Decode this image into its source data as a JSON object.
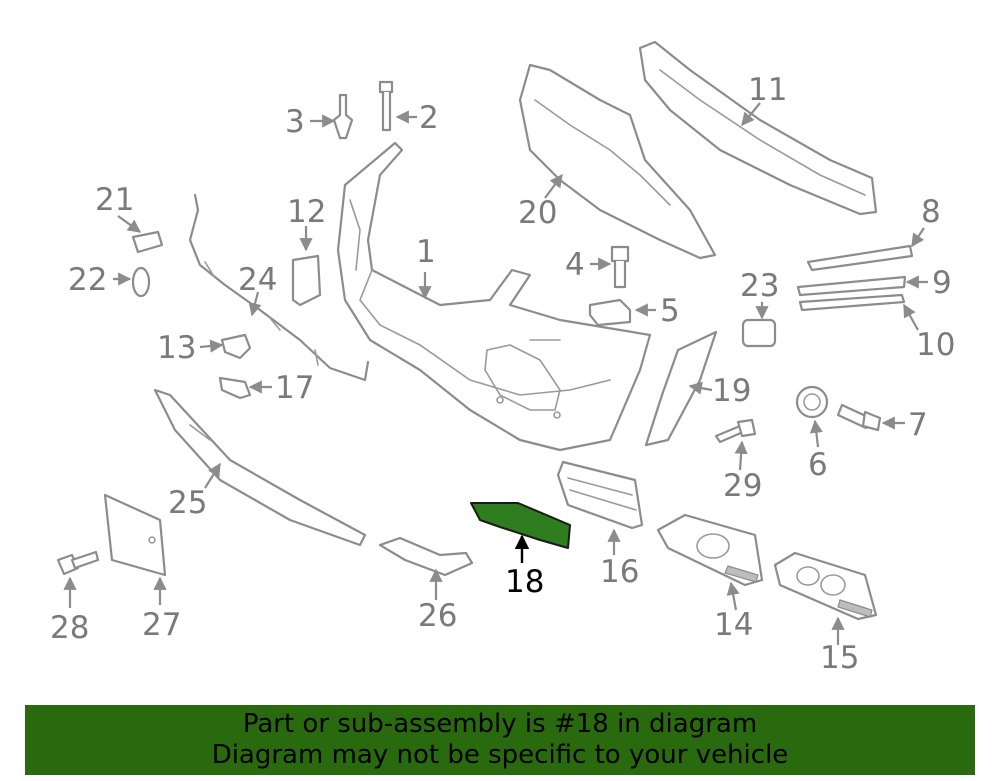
{
  "diagram": {
    "callouts": [
      "1",
      "2",
      "3",
      "4",
      "5",
      "6",
      "7",
      "8",
      "9",
      "10",
      "11",
      "12",
      "13",
      "14",
      "15",
      "16",
      "17",
      "18",
      "19",
      "20",
      "21",
      "22",
      "23",
      "24",
      "25",
      "26",
      "27",
      "28",
      "29"
    ],
    "highlighted_part": "18",
    "highlight_color": "#2e7d1f"
  },
  "banner": {
    "line1": "Part or sub-assembly is #18 in diagram",
    "line2": "Diagram may not be specific to your vehicle",
    "background": "#2a6a0e"
  }
}
